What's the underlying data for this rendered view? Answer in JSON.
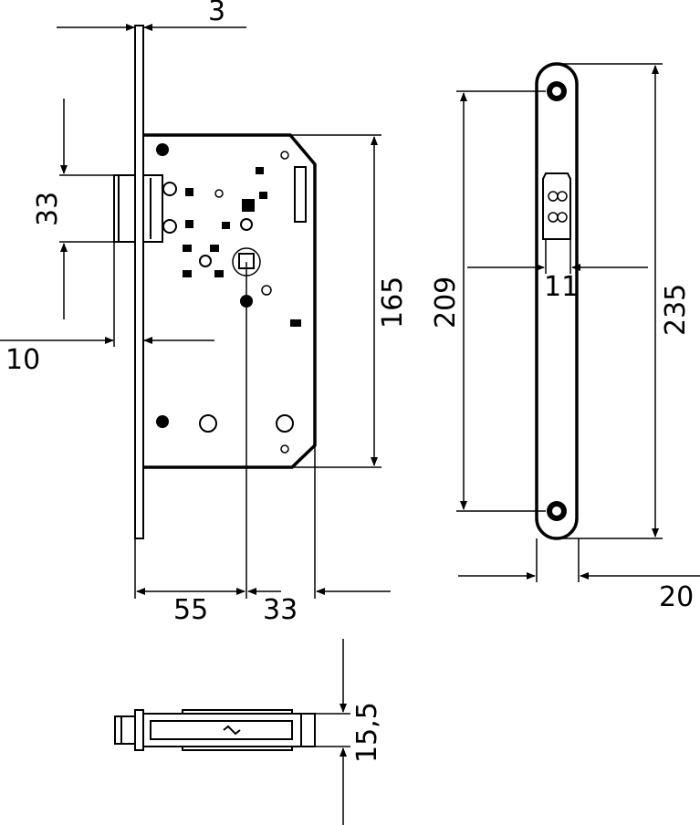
{
  "dimensions": {
    "faceplate_thickness": "3",
    "latch_height": "33",
    "latch_projection": "10",
    "case_height": "165",
    "backset": "55",
    "follower_to_keyhole": "33",
    "screw_spacing": "209",
    "faceplate_width_inner": "11",
    "faceplate_length": "235",
    "faceplate_width": "20",
    "case_depth": "15,5"
  },
  "colors": {
    "line": "#000000",
    "background": "#ffffff"
  }
}
